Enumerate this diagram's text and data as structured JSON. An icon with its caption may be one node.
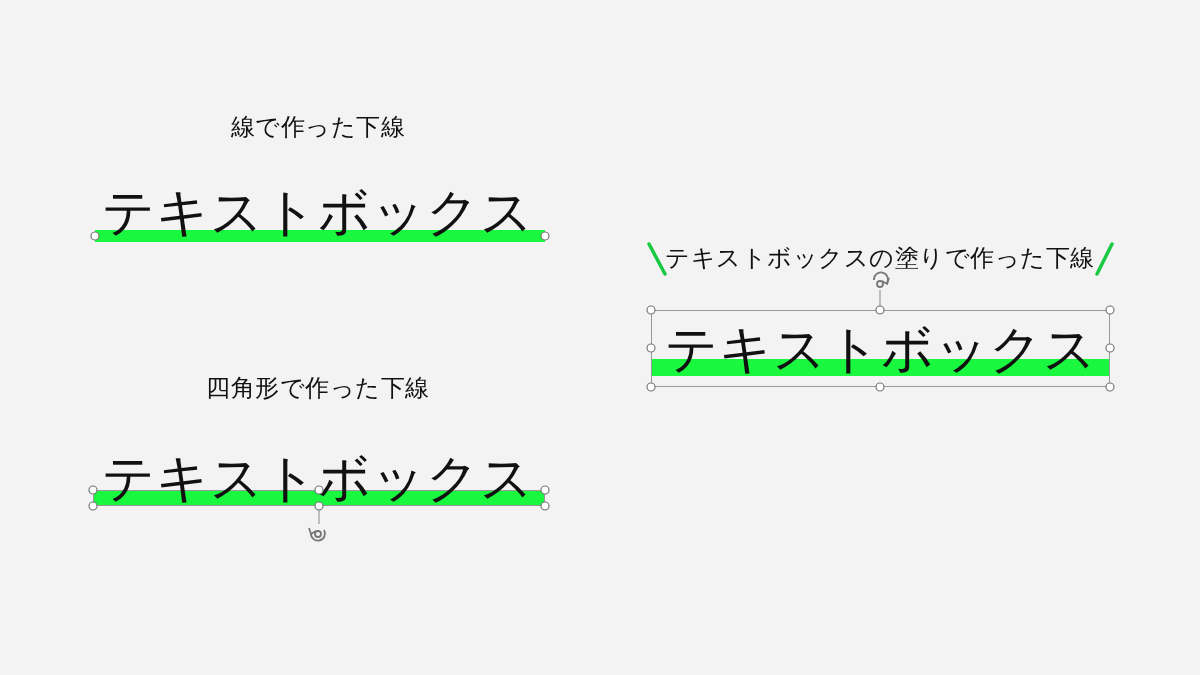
{
  "diagram": {
    "nodes": [
      {
        "text": [],
        "shape": "bar"
      },
      {
        "text": [
          "テキストボックス"
        ]
      },
      {
        "text": [],
        "shape": "bar",
        "in": 1
      },
      {
        "text": [],
        "shape": "bar"
      }
    ],
    "labels": [
      "線で作った下線",
      "テキストボックス",
      "テキストボックスの塗りで作った下線",
      "四角形で作った下線",
      "テキストボックス"
    ]
  }
}
